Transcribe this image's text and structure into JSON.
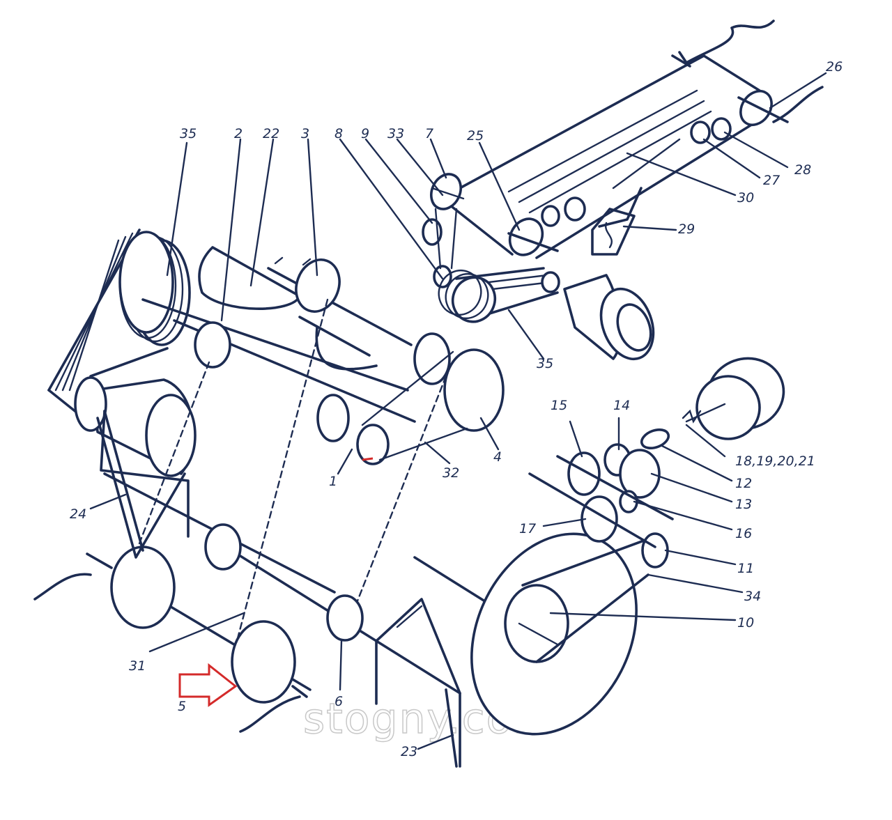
{
  "diagram": {
    "labels": {
      "l35a": "35",
      "l2": "2",
      "l22": "22",
      "l3": "3",
      "l8": "8",
      "l9": "9",
      "l33": "33",
      "l7": "7",
      "l25": "25",
      "l26": "26",
      "l28": "28",
      "l27": "27",
      "l30": "30",
      "l29": "29",
      "l35b": "35",
      "l15": "15",
      "l14": "14",
      "l18": "18,19,20,21",
      "l12": "12",
      "l13": "13",
      "l16": "16",
      "l17": "17",
      "l11": "11",
      "l34": "34",
      "l10": "10",
      "l1": "1",
      "l32": "32",
      "l4": "4",
      "l24": "24",
      "l31": "31",
      "l5": "5",
      "l6": "6",
      "l23": "23"
    },
    "watermark": "stogny.com",
    "highlight_color": "#d42a2a",
    "line_color": "#1d2c52"
  }
}
